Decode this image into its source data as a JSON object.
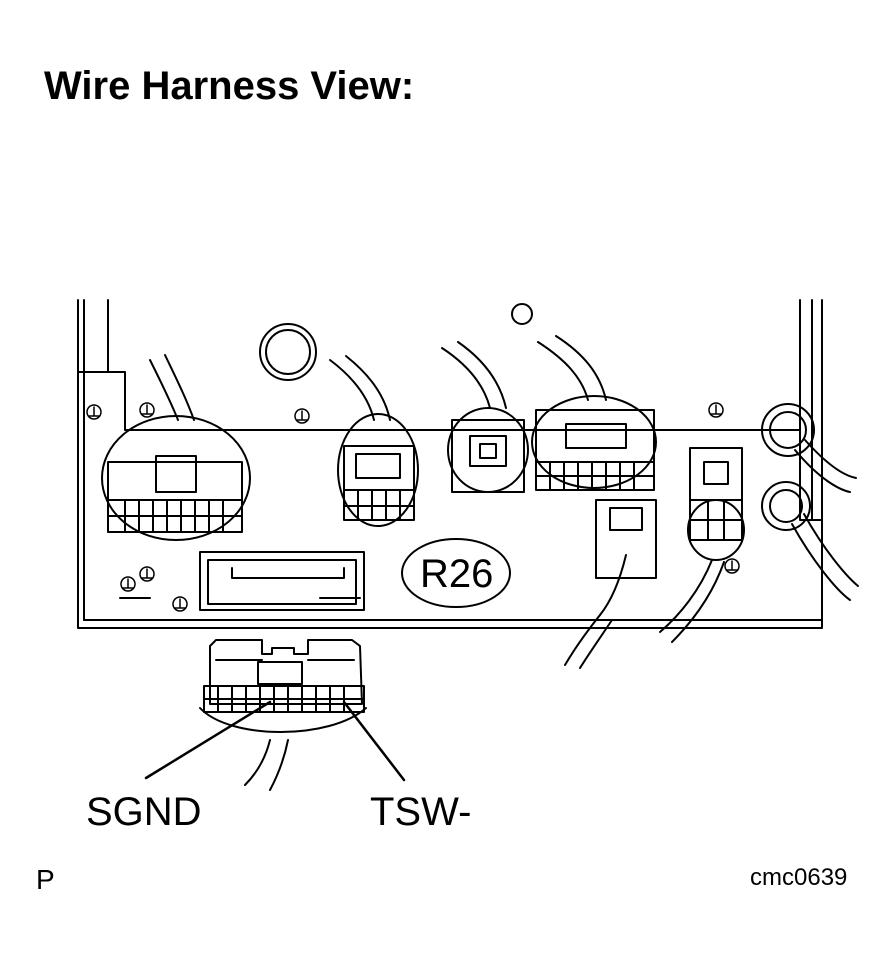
{
  "title": "Wire Harness View:",
  "connector_code": "R26",
  "terminal_labels": {
    "left": "SGND",
    "right": "TSW-"
  },
  "corner_left": "P",
  "figure_code": "cmc0639",
  "colors": {
    "ink": "#000000",
    "paper": "#ffffff"
  }
}
